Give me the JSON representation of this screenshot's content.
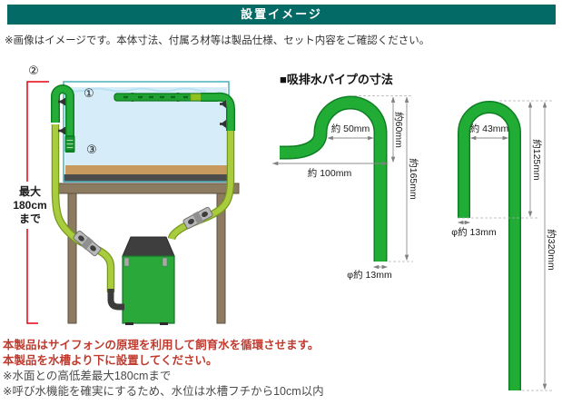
{
  "header": {
    "title": "設置イメージ"
  },
  "notice": "※画像はイメージです。本体寸法、付属ろ材等は製品仕様、セット内容をご確認ください。",
  "diagram": {
    "marker_1": "①",
    "marker_2": "②",
    "marker_3": "③",
    "max_label_line1": "最大",
    "max_label_line2": "180cm",
    "max_label_line3": "まで"
  },
  "pipes": {
    "heading": "■吸排水パイプの寸法",
    "pipe1": {
      "top_inner_width": "約 50mm",
      "hook_height": "約60mm",
      "bottom_width": "約 100mm",
      "leg_length": "約165mm",
      "diameter": "φ約 13mm"
    },
    "pipe2": {
      "inner_width": "約 43mm",
      "short_leg_length": "約125mm",
      "diameter": "φ約 13mm",
      "long_leg_length": "約320mm"
    }
  },
  "footer": {
    "lines": [
      {
        "text": "本製品はサイフォンの原理を利用して飼育水を循環させます。",
        "emphasis": true
      },
      {
        "text": "本製品を水槽より下に設置してください。",
        "emphasis": true
      },
      {
        "text": "※水面との高低差最大180cmまで",
        "emphasis": false
      },
      {
        "text": "※呼び水機能を確実にするため、水位は水槽フチから10cm以内",
        "emphasis": false
      }
    ]
  },
  "colors": {
    "header_bg": "#046a66",
    "pipe_green": "#21ac36",
    "pipe_green_dark": "#0e7f22",
    "hose_green": "#a8cc3d",
    "water_blue": "#d6edf9",
    "accent_red": "#e60012",
    "stand_brown": "#8d7b61"
  }
}
